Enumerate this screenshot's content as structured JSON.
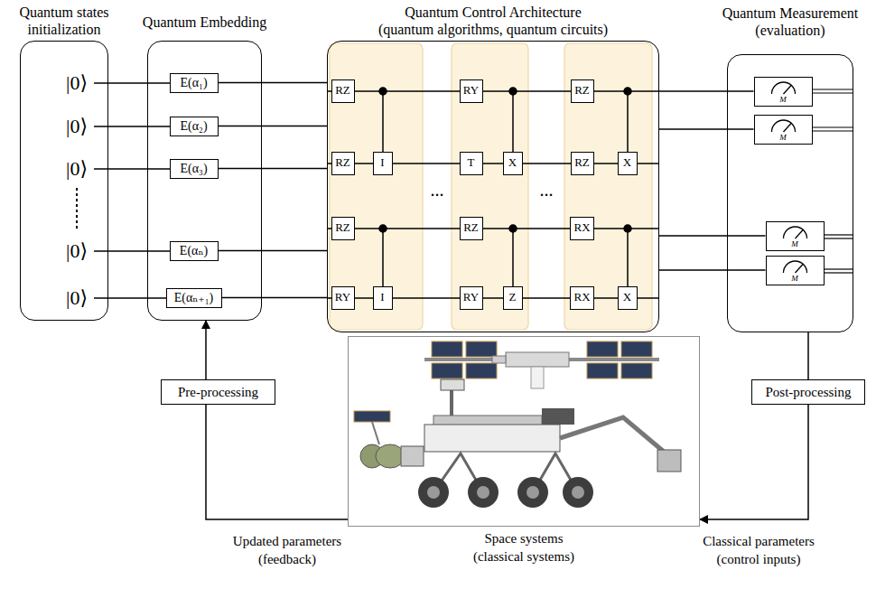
{
  "diagram": {
    "nodes": [
      {
        "text": [
          "Quantum states initialization"
        ]
      },
      {
        "text": [
          "Quantum Embedding"
        ]
      },
      {
        "text": [
          "E(α₁)"
        ],
        "in": 1
      },
      {
        "text": [
          "E(α₂)"
        ],
        "in": 1
      },
      {
        "text": [
          "E(α₃)"
        ],
        "in": 1
      },
      {
        "text": [
          "E(αₙ)"
        ],
        "in": 1
      },
      {
        "text": [
          "E(αₙ₊₁)"
        ],
        "in": 1
      },
      {
        "text": [
          "Quantum Control Architecture",
          "(quantum algorithms, quantum circuits)"
        ]
      },
      {
        "text": [
          "RZ"
        ],
        "in": 7
      },
      {
        "text": [
          "RY"
        ],
        "in": 7
      },
      {
        "text": [
          "RZ"
        ],
        "in": 7
      },
      {
        "text": [
          "RZ"
        ],
        "in": 7
      },
      {
        "text": [
          "I"
        ],
        "in": 7
      },
      {
        "text": [
          "T"
        ],
        "in": 7
      },
      {
        "text": [
          "X"
        ],
        "in": 7
      },
      {
        "text": [
          "RZ"
        ],
        "in": 7
      },
      {
        "text": [
          "X"
        ],
        "in": 7
      },
      {
        "text": [
          "RZ"
        ],
        "in": 7
      },
      {
        "text": [
          "RZ"
        ],
        "in": 7
      },
      {
        "text": [
          "RX"
        ],
        "in": 7
      },
      {
        "text": [
          "RY"
        ],
        "in": 7
      },
      {
        "text": [
          "I"
        ],
        "in": 7
      },
      {
        "text": [
          "RY"
        ],
        "in": 7
      },
      {
        "text": [
          "Z"
        ],
        "in": 7
      },
      {
        "text": [
          "RX"
        ],
        "in": 7
      },
      {
        "text": [
          "X"
        ],
        "in": 7
      },
      {
        "text": [
          "Quantum Measurement",
          "(evaluation)"
        ]
      },
      {
        "text": [
          "M"
        ],
        "in": 26
      },
      {
        "text": [
          "M"
        ],
        "in": 26
      },
      {
        "text": [
          "M"
        ],
        "in": 26
      },
      {
        "text": [
          "M"
        ],
        "in": 26
      },
      {
        "text": [
          "Pre-processing"
        ]
      },
      {
        "text": [
          "Space systems",
          "(classical systems)"
        ]
      },
      {
        "text": [
          "Post-processing"
        ]
      }
    ],
    "edges": [
      {
        "from": 2,
        "to": 7,
        "arrow": "none"
      },
      {
        "from": 3,
        "to": 7,
        "arrow": "none"
      },
      {
        "from": 4,
        "to": 7,
        "arrow": "none"
      },
      {
        "from": 5,
        "to": 7,
        "arrow": "none"
      },
      {
        "from": 6,
        "to": 7,
        "arrow": "none"
      },
      {
        "from": 7,
        "to": 27,
        "arrow": "none"
      },
      {
        "from": 7,
        "to": 28,
        "arrow": "none"
      },
      {
        "from": 7,
        "to": 29,
        "arrow": "none"
      },
      {
        "from": 7,
        "to": 30,
        "arrow": "none"
      },
      {
        "from": 26,
        "to": 33,
        "arrow": "none"
      },
      {
        "from": 33,
        "to": 32,
        "arrow": "to",
        "label": "Classical parameters (control inputs)"
      },
      {
        "from": 32,
        "to": 31,
        "arrow": "none",
        "label": "Updated parameters (feedback)"
      },
      {
        "from": 31,
        "to": 1,
        "arrow": "to"
      }
    ],
    "labels": [
      "|0⟩",
      "|0⟩",
      "|0⟩",
      "|0⟩",
      "|0⟩",
      "...",
      "..."
    ]
  }
}
